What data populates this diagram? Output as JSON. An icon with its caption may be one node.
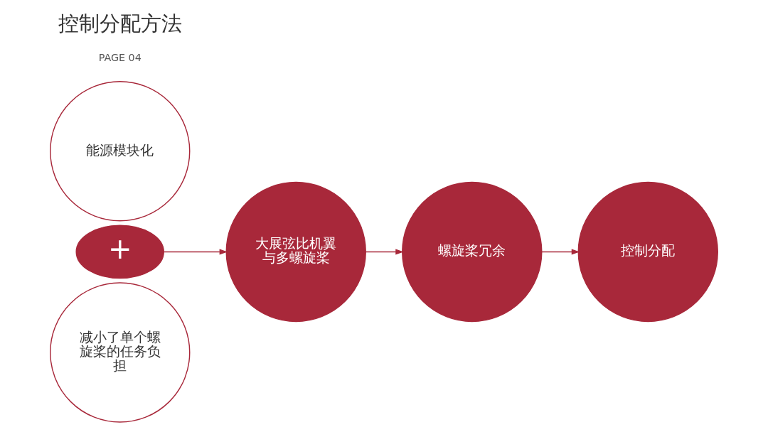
{
  "diagram": {
    "title": "控制分配方法",
    "nodes": [
      {
        "text": [
          "减小了单个螺旋桨的任务负担"
        ]
      },
      {
        "text": [
          "+"
        ]
      },
      {
        "text": [
          "能源模块化"
        ]
      },
      {
        "text": [
          "大展弦比机翼与多螺旋桨"
        ]
      },
      {
        "text": [
          "螺旋桨冗余"
        ]
      },
      {
        "text": [
          "控制分配"
        ]
      }
    ],
    "edges": [
      {
        "from": 1,
        "to": 3,
        "arrow": "to"
      },
      {
        "from": 3,
        "to": 4,
        "arrow": "to"
      },
      {
        "from": 4,
        "to": 5,
        "arrow": "to"
      }
    ],
    "labels": [
      "PAGE 04"
    ]
  }
}
